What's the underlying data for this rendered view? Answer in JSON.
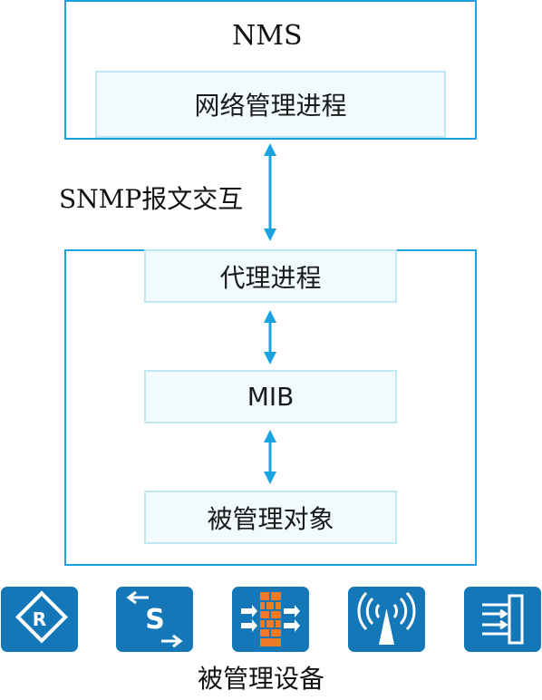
{
  "nms": {
    "title": "NMS",
    "process": "网络管理进程"
  },
  "exchange_label": "SNMP报文交互",
  "agent": {
    "process": "代理进程",
    "mib": "MIB",
    "managed_object": "被管理对象"
  },
  "devices": {
    "caption": "被管理设备",
    "icons": [
      "router-icon",
      "switch-icon",
      "firewall-icon",
      "wireless-ap-icon",
      "server-rack-icon"
    ]
  },
  "colors": {
    "frame": "#1aa3e0",
    "inner_fill": "#f1fafd",
    "inner_border": "#bfe8f4",
    "device": "#1478b8",
    "firewall_brick": "#f07a2a"
  }
}
